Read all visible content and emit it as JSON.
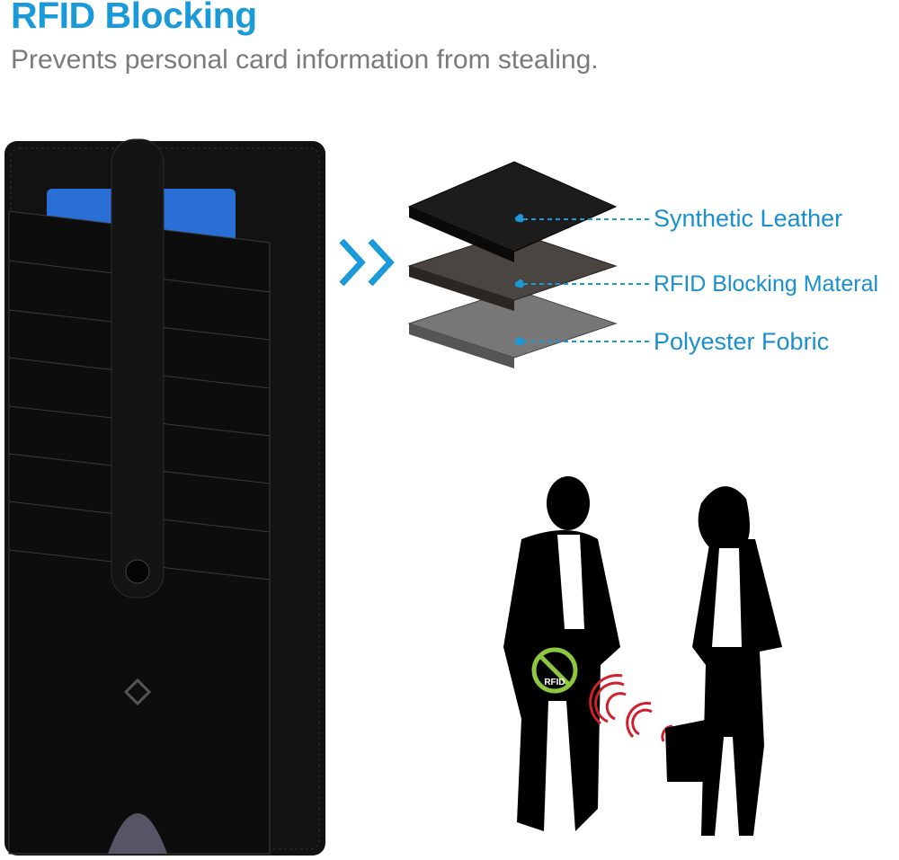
{
  "header": {
    "title": "RFID Blocking",
    "subtitle": "Prevents personal card information from stealing."
  },
  "layers": [
    {
      "label": "Synthetic Leather",
      "color": "#1c1c1c"
    },
    {
      "label": "RFID Blocking Materal",
      "color": "#4a4540"
    },
    {
      "label": "Polyester Fobric",
      "color": "#7a7a7a"
    }
  ],
  "badge": {
    "text": "RFID",
    "color": "#8dc63f"
  },
  "colors": {
    "accent": "#1a9ad9",
    "signal": "#d0202e"
  }
}
